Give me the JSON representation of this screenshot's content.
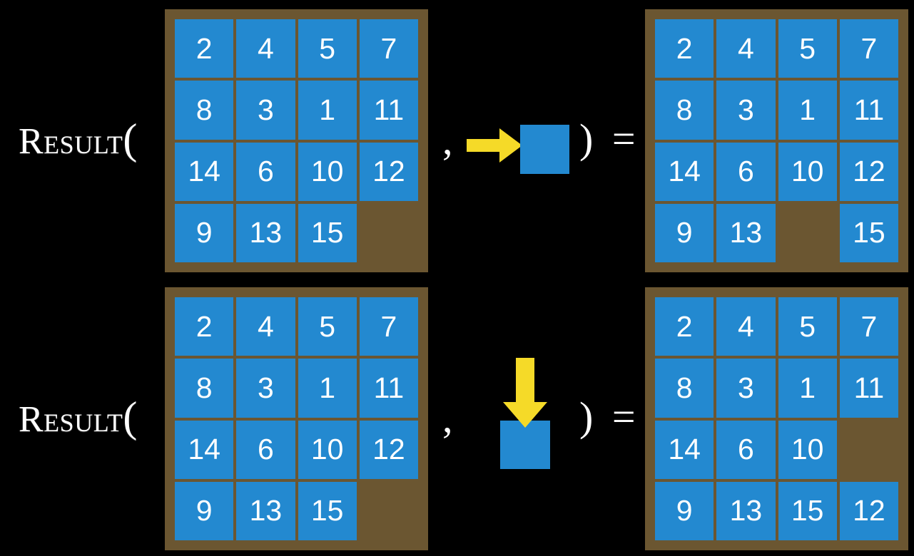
{
  "colors": {
    "background": "#000000",
    "board": "#6b5631",
    "tile": "#2389d0",
    "tile_text": "#ffffff",
    "arrow": "#f5da28",
    "label_text": "#ffffff"
  },
  "notation": {
    "function_name": "Result",
    "paren_open": "(",
    "comma": ",",
    "paren_close": ")",
    "equals": "="
  },
  "rows": [
    {
      "id": "row-1",
      "action": {
        "icon": "arrow-right-icon",
        "direction": "right",
        "label": "slide right"
      },
      "input_board": {
        "rows": 4,
        "cols": 4,
        "cells": [
          [
            "2",
            "4",
            "5",
            "7"
          ],
          [
            "8",
            "3",
            "1",
            "11"
          ],
          [
            "14",
            "6",
            "10",
            "12"
          ],
          [
            "9",
            "13",
            "15",
            ""
          ]
        ]
      },
      "output_board": {
        "rows": 4,
        "cols": 4,
        "cells": [
          [
            "2",
            "4",
            "5",
            "7"
          ],
          [
            "8",
            "3",
            "1",
            "11"
          ],
          [
            "14",
            "6",
            "10",
            "12"
          ],
          [
            "9",
            "13",
            "",
            "15"
          ]
        ]
      }
    },
    {
      "id": "row-2",
      "action": {
        "icon": "arrow-down-icon",
        "direction": "down",
        "label": "slide down"
      },
      "input_board": {
        "rows": 4,
        "cols": 4,
        "cells": [
          [
            "2",
            "4",
            "5",
            "7"
          ],
          [
            "8",
            "3",
            "1",
            "11"
          ],
          [
            "14",
            "6",
            "10",
            "12"
          ],
          [
            "9",
            "13",
            "15",
            ""
          ]
        ]
      },
      "output_board": {
        "rows": 4,
        "cols": 4,
        "cells": [
          [
            "2",
            "4",
            "5",
            "7"
          ],
          [
            "8",
            "3",
            "1",
            "11"
          ],
          [
            "14",
            "6",
            "10",
            ""
          ],
          [
            "9",
            "13",
            "15",
            "12"
          ]
        ]
      }
    }
  ]
}
